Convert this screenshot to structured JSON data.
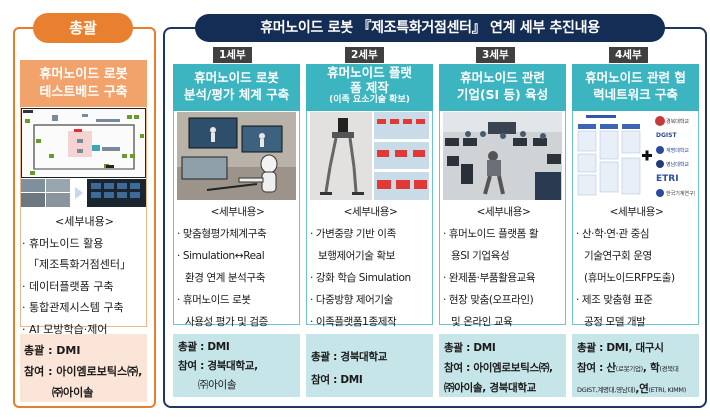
{
  "overview": {
    "pill_label": "총괄",
    "title_lines": [
      "휴머노이드 로봇",
      "테스트베드 구축"
    ],
    "detail_heading": "<세부내용>",
    "detail_items": [
      "· 휴머노이드 활용",
      "「제조특화거점센터」",
      "· 데이터플랫폼 구축",
      "· 통합관제시스템 구축",
      "· AI 모방학습·제어"
    ],
    "footer": {
      "lead": "총괄 : DMI",
      "participants_line1": "참여 : 아이엠로보틱스㈜,",
      "participants_line2": "㈜아이솔"
    },
    "colors": {
      "accent": "#e8802f",
      "title_bg": "#f2a26b",
      "footer_bg": "#fbe5d8"
    }
  },
  "main": {
    "banner": "휴머노이드 로봇 『제조특화거점센터』 연계 세부 추진내용",
    "colors": {
      "banner_bg": "#132d55",
      "column_title_bg": "#3cb5c1",
      "footer_bg": "#c6e5e8",
      "tag_bg": "#404040"
    },
    "columns": [
      {
        "tag": "1세부",
        "title_lines": [
          "휴머노이드 로봇",
          "분석/평가 체계 구축"
        ],
        "subtitle": "",
        "image": "humanoid-robot-evaluation-photo",
        "detail_heading": "<세부내용>",
        "detail_items": [
          "· 맞춤형평가체계구축",
          "· Simulation↔Real",
          "환경 연계 분석구축",
          "· 휴머노이드 로봇",
          "사용성 평가 및 검증"
        ],
        "footer": {
          "lead": "총괄 : DMI",
          "participants_line1": "참여 : 경북대학교,",
          "participants_line2": "㈜아이솔"
        }
      },
      {
        "tag": "2세부",
        "title_lines": [
          "휴머노이드 플랫",
          "폼 제작"
        ],
        "subtitle": "(이족 요소기술 확보)",
        "image": "biped-platform-photo",
        "detail_heading": "<세부내용>",
        "detail_items": [
          "· 가변중량 기반 이족",
          "보행제어기술 확보",
          "· 강화 학습 Simulation",
          "· 다중방향 제어기술",
          "· 이족플랫폼1종제작"
        ],
        "footer": {
          "lead": "총괄 : 경북대학교",
          "participants_line1": "참여 : DMI",
          "participants_line2": ""
        }
      },
      {
        "tag": "3세부",
        "title_lines": [
          "휴머노이드 관련",
          "기업(SI 등) 육성"
        ],
        "subtitle": "",
        "image": "si-training-lab-photo",
        "detail_heading": "<세부내용>",
        "detail_items": [
          "· 휴머노이드 플랫폼 활",
          "용SI 기업육성",
          "· 완제품·부품활용교육",
          "· 현장 맞춤(오프라인)",
          "및 온라인 교육"
        ],
        "footer": {
          "lead": "총괄 : DMI",
          "participants_line1": "참여 : 아이엠로보틱스㈜,",
          "participants_line2": "㈜아이솔, 경북대학교"
        }
      },
      {
        "tag": "4세부",
        "title_lines": [
          "휴머노이드 관련 협",
          "력네트워크 구축"
        ],
        "subtitle": "",
        "image": "network-chart-and-logos",
        "logos": [
          "경북대학교",
          "DGIST",
          "계명대학교",
          "영남대학교",
          "ETRI",
          "한국기계연구원"
        ],
        "detail_heading": "<세부내용>",
        "detail_items": [
          "· 산·학·연·관 중심",
          "기술연구회 운영",
          "(휴머노이드RFP도출)",
          "· 제조 맞춤형 표준",
          "공정 모델 개발"
        ],
        "footer": {
          "lead": "총괄 : DMI, 대구시",
          "participants_line1": "참여 : 산",
          "participants_small1": "(로봇기업)",
          "participants_mid": ", 학",
          "participants_small2": "(경북대",
          "participants_line2_small": "DGIST,계명대,영남대)",
          "participants_line2_big": ",연",
          "participants_line2_tail": "(ETRI, KIMM)"
        }
      }
    ]
  }
}
